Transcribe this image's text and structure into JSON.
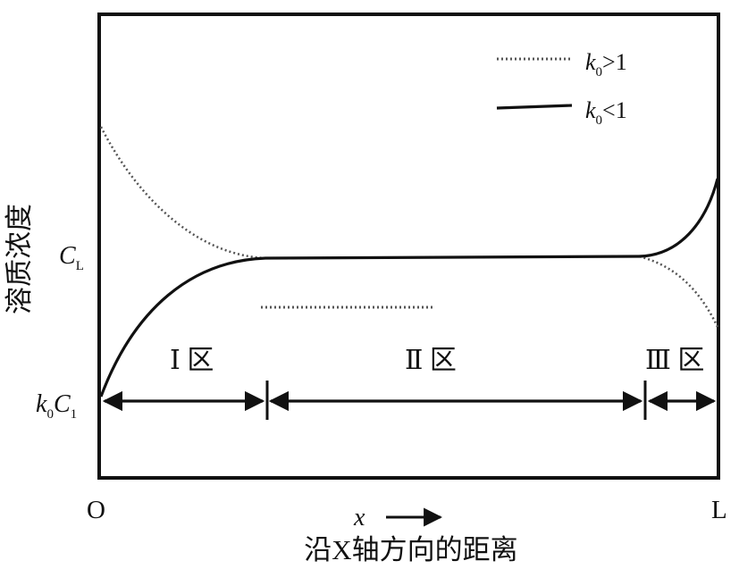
{
  "y_axis_title": "溶质浓度",
  "x_axis_title": "沿X轴方向的距离",
  "x_symbol": "x",
  "origin_label": "O",
  "end_label": "L",
  "level_cl": {
    "symbol": "C",
    "subscript": "L"
  },
  "level_k0c1": {
    "symbol_k": "k",
    "sub_k": "0",
    "symbol_c": "C",
    "sub_c": "1"
  },
  "legend": [
    {
      "k": "k",
      "sub": "0",
      "relation": ">1",
      "style": "dotted"
    },
    {
      "k": "k",
      "sub": "0",
      "relation": "<1",
      "style": "solid"
    }
  ],
  "regions": [
    {
      "label": "Ⅰ 区"
    },
    {
      "label": "Ⅱ 区"
    },
    {
      "label": "Ⅲ 区"
    }
  ],
  "colors": {
    "line": "#111111",
    "dotted": "#555555"
  }
}
